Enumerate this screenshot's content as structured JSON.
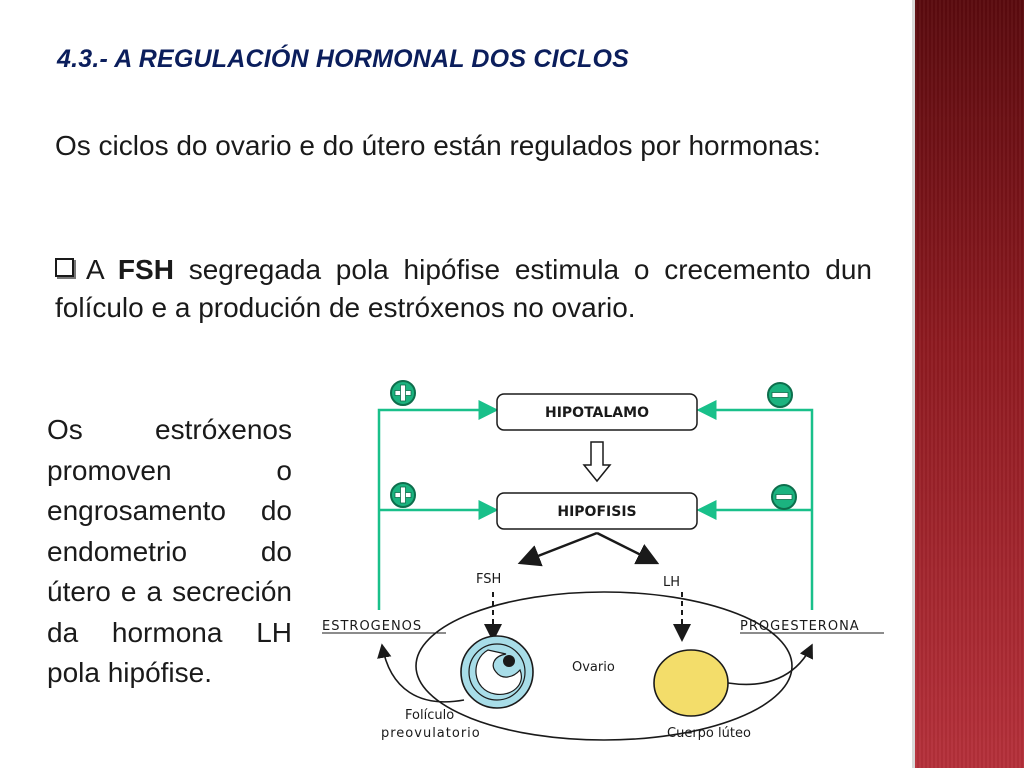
{
  "title": "4.3.- A REGULACIÓN HORMONAL DOS CICLOS",
  "paragraph1": "Os ciclos do ovario e do útero están regulados por hormonas:",
  "paragraph2": {
    "prefix": "A ",
    "bold": "FSH",
    "rest": " segregada pola hipófise estimula o crecemento dun folículo e a produción de estróxenos no ovario."
  },
  "side_text": "Os estróxenos promoven o engrosamento do endometrio do útero e a secreción da hormona LH pola hipófise.",
  "diagram": {
    "box_top": "HIPOTALAMO",
    "box_bottom": "HIPOFISIS",
    "label_fsh": "FSH",
    "label_lh": "LH",
    "label_estrogenos": "ESTROGENOS",
    "label_progesterona": "PROGESTERONA",
    "label_ovario": "Ovario",
    "label_foliculo_1": "Folículo",
    "label_foliculo_2": "preovulatorio",
    "label_cuerpo_luteo": "Cuerpo lúteo",
    "plus_sign": "+",
    "minus_sign": "−",
    "colors": {
      "feedback_line": "#19c08a",
      "sign_badge": "#1bb37f",
      "follicle": "#a8dde8",
      "corpus_luteum": "#f3dd6a",
      "title_text": "#0b1e5c",
      "side_bar": "#8e1a20"
    }
  }
}
